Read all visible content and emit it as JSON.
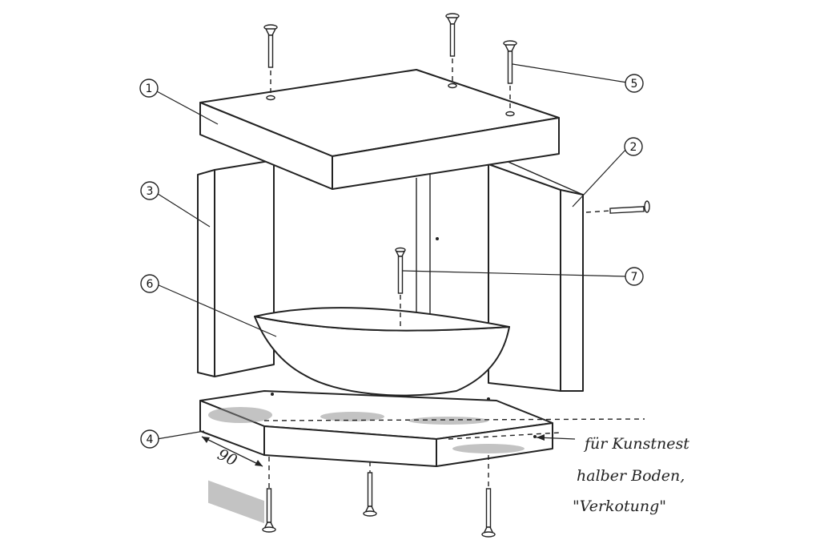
{
  "callouts": [
    {
      "id": "1",
      "text": "1"
    },
    {
      "id": "2",
      "text": "2"
    },
    {
      "id": "3",
      "text": "3"
    },
    {
      "id": "4",
      "text": "4"
    },
    {
      "id": "5",
      "text": "5"
    },
    {
      "id": "6",
      "text": "6"
    },
    {
      "id": "7",
      "text": "7"
    }
  ],
  "dimension": {
    "text": "90"
  },
  "note": {
    "line1": "für Kunstnest",
    "line2": "halber Boden,",
    "line3": "\"Verkotung\""
  }
}
